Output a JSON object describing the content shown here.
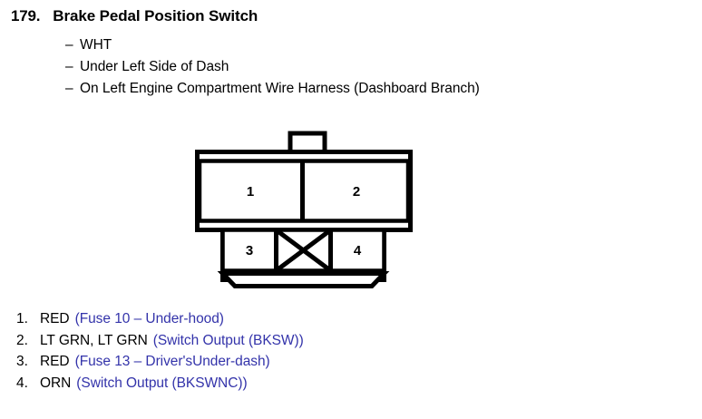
{
  "header": {
    "number": "179.",
    "title": "Brake Pedal Position Switch",
    "bullet_dash": "–",
    "details": [
      "WHT",
      "Under Left Side of Dash",
      "On Left Engine Compartment Wire Harness (Dashboard Branch)"
    ]
  },
  "connector": {
    "name": "brake-pedal-position-switch-connector",
    "top_row_pins": [
      "1",
      "2"
    ],
    "bottom_row_pins": [
      "3",
      "4"
    ],
    "blocked_cavity": "X",
    "line_color": "#000000",
    "fill_color": "#ffffff"
  },
  "pin_list": [
    {
      "index": "1.",
      "color": "RED",
      "description": "(Fuse 10 – Under-hood)"
    },
    {
      "index": "2.",
      "color": "LT GRN, LT GRN",
      "description": "(Switch Output (BKSW))"
    },
    {
      "index": "3.",
      "color": "RED",
      "description": "(Fuse 13 – Driver'sUnder-dash)"
    },
    {
      "index": "4.",
      "color": "ORN",
      "description": "(Switch Output (BKSWNC))"
    }
  ],
  "colors": {
    "text": "#000000",
    "description_blue": "#3333aa",
    "background": "#ffffff"
  }
}
